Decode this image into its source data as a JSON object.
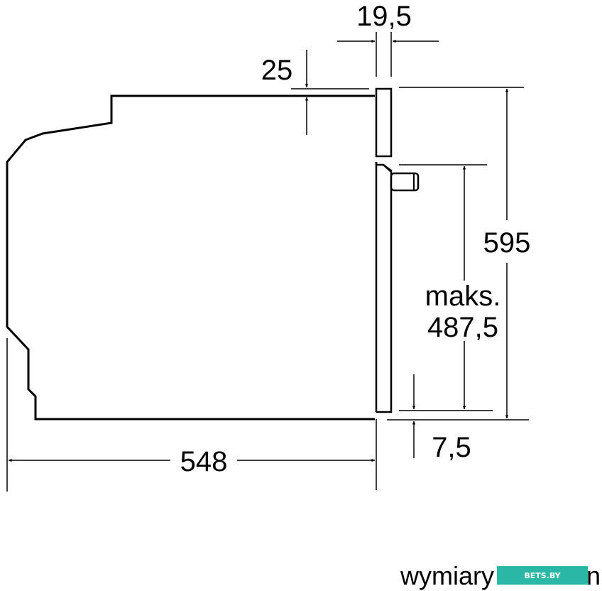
{
  "diagram": {
    "dimensions": {
      "door_thickness": "19,5",
      "top_offset": "25",
      "total_height": "595",
      "max_label": "maks.",
      "max_height": "487,5",
      "bottom_offset": "7,5",
      "depth": "548"
    },
    "caption": "wymiary",
    "caption_tail": "n",
    "watermark": "BETS.BY",
    "watermark_color": "#2bb7a5"
  }
}
